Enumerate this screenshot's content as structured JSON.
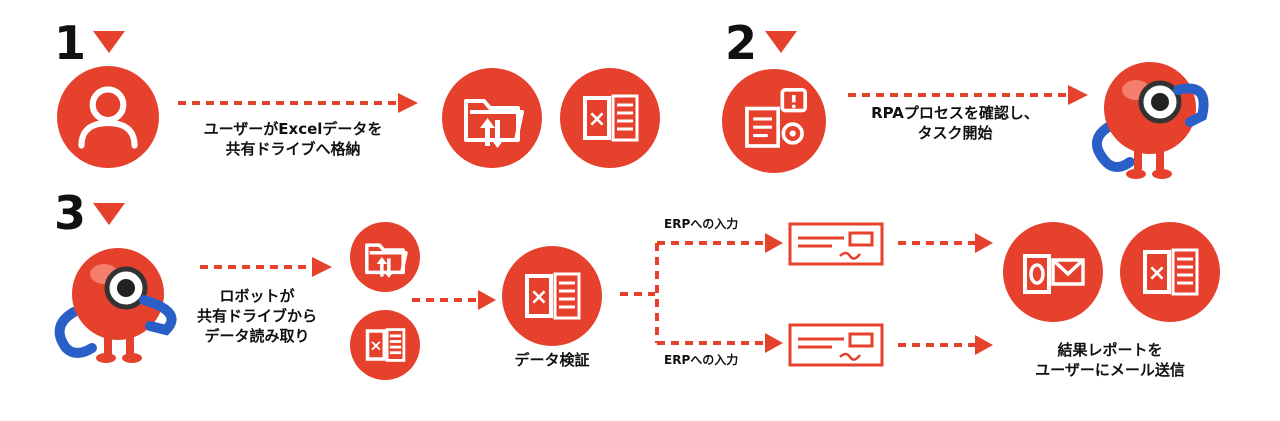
{
  "colors": {
    "accent": "#e5412d",
    "text": "#111111",
    "background": "#ffffff"
  },
  "steps": [
    {
      "number": "1",
      "caption_line1": "ユーザーがExcelデータを",
      "caption_line2": "共有ドライブへ格納"
    },
    {
      "number": "2",
      "caption_line1": "RPAプロセスを確認し、",
      "caption_line2": "タスク開始"
    },
    {
      "number": "3",
      "caption_line1": "ロボットが",
      "caption_line2": "共有ドライブから",
      "caption_line3": "データ読み取り"
    }
  ],
  "validation_label": "データ検証",
  "erp_labels": [
    "ERPへの入力",
    "ERPへの入力"
  ],
  "result_line1": "結果レポートを",
  "result_line2": "ユーザーにメール送信",
  "icons": [
    "user-icon",
    "shared-folder-icon",
    "excel-icon",
    "rpa-process-icon",
    "robot-mascot-icon",
    "erp-form-icon",
    "outlook-icon"
  ]
}
